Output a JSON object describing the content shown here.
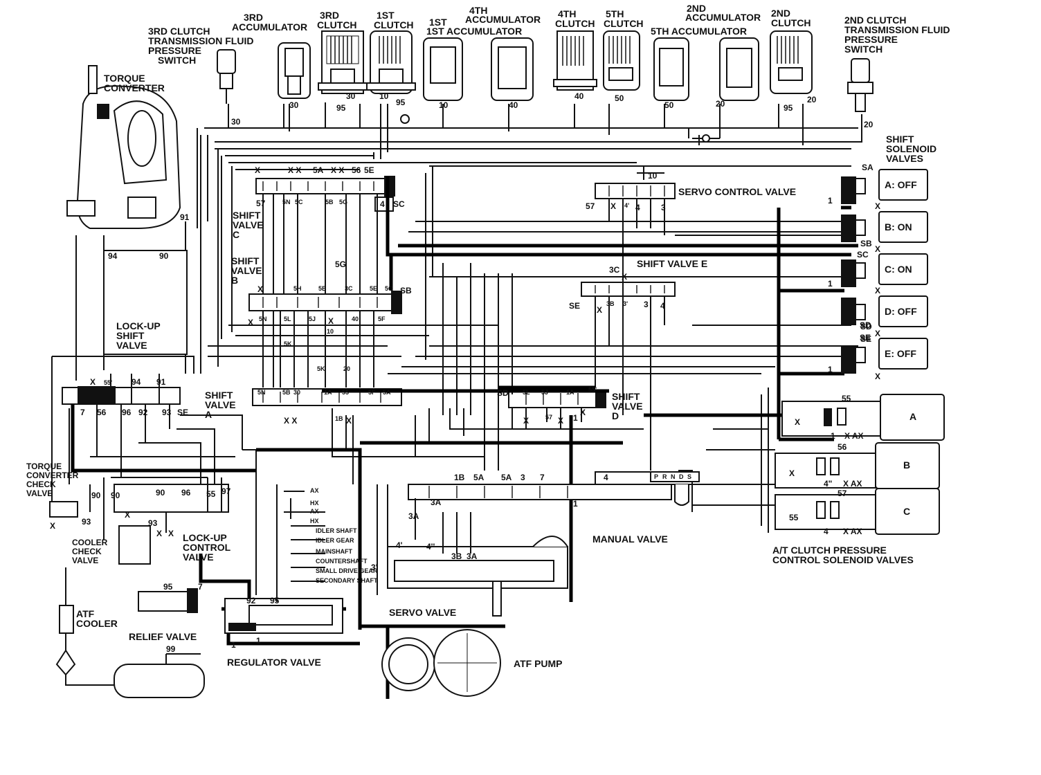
{
  "components": {
    "acc3": [
      "3RD",
      "ACCUMULATOR"
    ],
    "clutch3": [
      "3RD",
      "CLUTCH"
    ],
    "clutch1": [
      "1ST",
      "CLUTCH"
    ],
    "acc1": "1ST ACCUMULATOR",
    "acc4": [
      "4TH",
      "ACCUMULATOR"
    ],
    "clutch4": [
      "4TH",
      "CLUTCH"
    ],
    "clutch5": [
      "5TH",
      "CLUTCH"
    ],
    "acc5": "5TH ACCUMULATOR",
    "acc2": [
      "2ND",
      "ACCUMULATOR"
    ],
    "clutch2": [
      "2ND",
      "CLUTCH"
    ],
    "sw3": [
      "3RD CLUTCH",
      "TRANSMISSION FLUID",
      "PRESSURE",
      "SWITCH"
    ],
    "sw2": [
      "2ND CLUTCH",
      "TRANSMISSION FLUID",
      "PRESSURE",
      "SWITCH"
    ],
    "torque_converter": [
      "TORQUE",
      "CONVERTER"
    ],
    "shift_solenoids": [
      "SHIFT",
      "SOLENOID",
      "VALVES"
    ],
    "servo_control": "SERVO CONTROL VALVE",
    "shift_c": [
      "SHIFT",
      "VALVE",
      "C"
    ],
    "shift_b": [
      "SHIFT",
      "VALVE",
      "B"
    ],
    "shift_e": "SHIFT VALVE E",
    "lockup_shift": [
      "LOCK-UP",
      "SHIFT",
      "VALVE"
    ],
    "shift_a": [
      "SHIFT",
      "VALVE",
      "A"
    ],
    "shift_d": [
      "SHIFT",
      "VALVE",
      "D"
    ],
    "tc_check": [
      "TORQUE",
      "CONVERTER",
      "CHECK",
      "VALVE"
    ],
    "cooler_check": [
      "COOLER",
      "CHECK",
      "VALVE"
    ],
    "lockup_control": [
      "LOCK-UP",
      "CONTROL",
      "VALVE"
    ],
    "manual_valve": "MANUAL VALVE",
    "atp": [
      "A/T CLUTCH PRESSURE",
      "CONTROL SOLENOID VALVES"
    ],
    "atf_cooler": [
      "ATF",
      "COOLER"
    ],
    "relief": "RELIEF VALVE",
    "servo_valve": "SERVO VALVE",
    "regulator": "REGULATOR VALVE",
    "atf_pump": "ATF PUMP"
  },
  "solenoids": [
    {
      "id": "SA",
      "label": "A: OFF"
    },
    {
      "id": "SB",
      "label": "B: ON"
    },
    {
      "id": "SC",
      "label": "C: ON"
    },
    {
      "id": "SD",
      "label": "D: OFF"
    },
    {
      "id": "SE",
      "label": "E: OFF"
    }
  ],
  "pressure_solenoids": [
    {
      "label": "A",
      "port": "55",
      "bottom": "1",
      "codes": "X AX"
    },
    {
      "label": "B",
      "port": "56",
      "bottom": "4\"",
      "codes": "X AX"
    },
    {
      "label": "C",
      "port": "57",
      "bottom": "4",
      "codes": "X AX"
    }
  ],
  "ports": {
    "top_row": [
      "30",
      "95",
      "30",
      "10",
      "95",
      "10",
      "40",
      "40",
      "50",
      "50",
      "20",
      "95",
      "20",
      "30",
      "20"
    ],
    "shift_c": [
      "X",
      "X X",
      "5A",
      "X X",
      "56",
      "5E",
      "57",
      "5N",
      "5C",
      "5B",
      "5G",
      "4",
      "SC"
    ],
    "shift_b": [
      "X",
      "5H",
      "5B",
      "3C",
      "5E",
      "5C",
      "SB",
      "X",
      "5N",
      "5L",
      "5J",
      "X",
      "40",
      "5F",
      "10"
    ],
    "shift_a": [
      "X",
      "55'",
      "94",
      "91",
      "7",
      "56",
      "96",
      "92",
      "93",
      "SE",
      "5N",
      "5B",
      "30",
      "1A",
      "55",
      "5F",
      "5A",
      "X X",
      "1B",
      "X",
      "5K",
      "20"
    ],
    "shift_d": [
      "SD",
      "5L",
      "5J",
      "1A",
      "55'",
      "X",
      "X",
      "57",
      "X",
      "1"
    ],
    "shift_e": [
      "3C",
      "X",
      "SE",
      "X",
      "3B",
      "3'",
      "3",
      "4"
    ],
    "servo_control": [
      "10",
      "57",
      "X",
      "4'",
      "4",
      "3"
    ],
    "lockup": [
      "94",
      "90",
      "91"
    ],
    "lower": [
      "90",
      "90",
      "90",
      "96",
      "55",
      "97",
      "X",
      "93",
      "X",
      "93",
      "X",
      "X",
      "95",
      "7",
      "92",
      "95",
      "1",
      "1",
      "99",
      "1B",
      "5A",
      "5A",
      "3",
      "7",
      "4",
      "1",
      "3A",
      "3A",
      "4'",
      "4''",
      "3B",
      "3A",
      "3'",
      "5G"
    ],
    "regulator_taps": [
      "AX",
      "HX",
      "AX",
      "HX",
      "IDLER SHAFT",
      "IDLER GEAR",
      "MAINSHAFT",
      "COUNTERSHAFT",
      "SMALL DRIVE GEAR",
      "SECONDARY SHAFT"
    ],
    "manual": [
      "P",
      "R",
      "N",
      "D",
      "S"
    ],
    "misc": [
      "SD",
      "SE",
      "1",
      "1",
      "1",
      "X",
      "X",
      "X",
      "X",
      "X",
      "X",
      "5K",
      "X",
      "55"
    ]
  }
}
